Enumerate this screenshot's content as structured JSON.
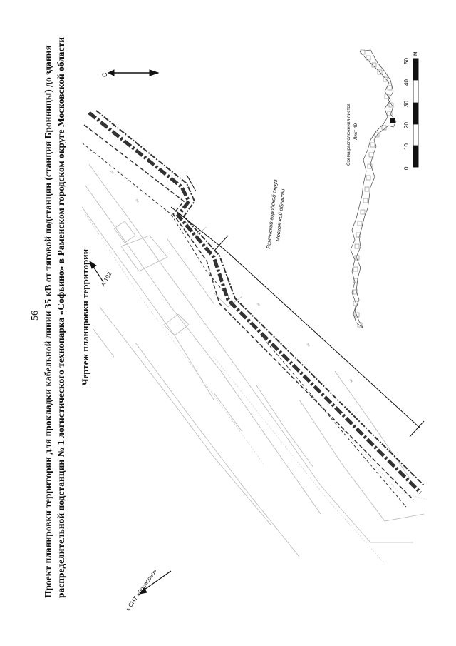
{
  "page_number": "56",
  "heading": {
    "line1": "Проект планировки территории для прокладки кабельной линии 35 кВ от тяговой подстанции (станция Бронницы) до здания",
    "line2": "распределительной подстанции № 1 логистического технопарка «Софьино» в Раменском городском округе Московской области"
  },
  "drawing_title": "Чертеж планировки территории",
  "map": {
    "north_label": "С",
    "road_label_a102": "А-102",
    "road_label_snt": "к СНТ «Борисово»",
    "district_label_line1": "Раменский городской округ",
    "district_label_line2": "Московской области",
    "sheet_scheme_title": "Схема расположения листов",
    "sheet_label": "Лист 49",
    "scale_ticks": [
      "0",
      "10",
      "20",
      "30",
      "40",
      "50"
    ],
    "scale_unit": "м"
  },
  "colors": {
    "paper": "#ffffff",
    "ink": "#111111",
    "route": "#333333",
    "faint": "#b8b8b8"
  }
}
